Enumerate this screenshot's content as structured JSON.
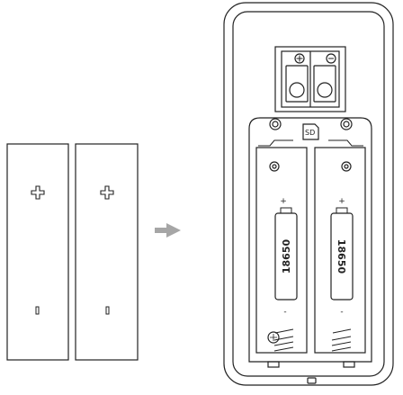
{
  "loose_batteries": [
    {
      "plus_symbol": "+",
      "minus_symbol": "-"
    },
    {
      "plus_symbol": "+",
      "minus_symbol": "-"
    }
  ],
  "device": {
    "sd_slot_label": "SD",
    "battery_model_left": "18650",
    "battery_model_right": "18650",
    "terminal_plus": "+",
    "terminal_minus": "-"
  },
  "colors": {
    "line": "#222222",
    "arrow": "#a6a6a6",
    "body": "#ffffff"
  },
  "icons": [
    "plus-icon",
    "minus-icon",
    "arrow-right-icon",
    "screw-icon",
    "spring-icon",
    "sd-card-icon"
  ]
}
